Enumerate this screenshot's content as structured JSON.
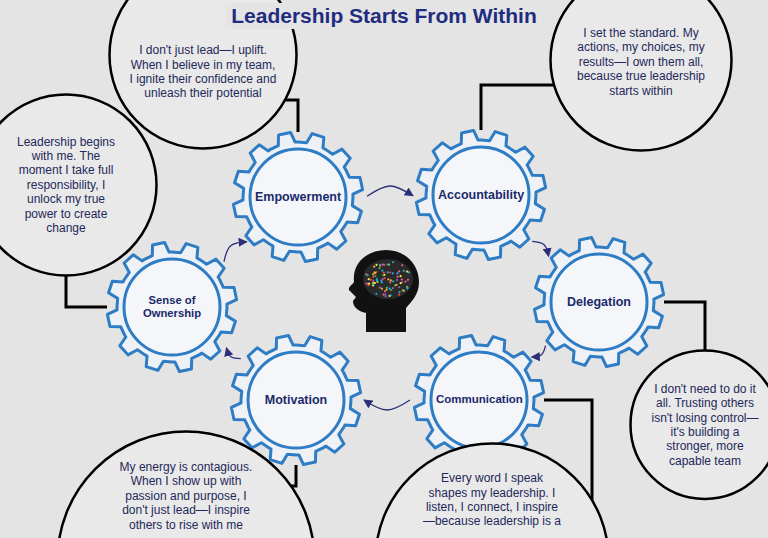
{
  "diagram": {
    "title": "Leadership Starts From Within",
    "nodes": [
      {
        "text": [
          "I don't just lead—I uplift. When I believe in my team, I ignite their confidence and unleash their potential"
        ]
      },
      {
        "text": [
          "I set the standard. My actions, my choices, my results—I own them all, because true leadership starts within"
        ]
      },
      {
        "text": [
          "Leadership begins with me. The moment I take full responsibility, I unlock my true power to create change"
        ]
      },
      {
        "text": [
          "Empowerment"
        ]
      },
      {
        "text": [
          "Accountability"
        ]
      },
      {
        "text": [
          "Sense of Ownership"
        ]
      },
      {
        "text": [
          "Delegation"
        ]
      },
      {
        "text": [
          "Motivation"
        ]
      },
      {
        "text": [
          "Communication"
        ]
      },
      {
        "text": [
          "I don't need to do it all. Trusting others isn't losing control—it's building a stronger, more capable team"
        ]
      },
      {
        "text": [
          "My energy is contagious. When I show up with passion and purpose, I don't just lead—I inspire others to rise with me"
        ]
      },
      {
        "text": [
          "Every word I speak shapes my leadership. I listen, I connect, I inspire —because leadership is a"
        ]
      }
    ],
    "edges": [
      {
        "from": 3,
        "to": 4,
        "arrow": "to"
      },
      {
        "from": 4,
        "to": 6,
        "arrow": "to"
      },
      {
        "from": 6,
        "to": 8,
        "arrow": "to"
      },
      {
        "from": 8,
        "to": 7,
        "arrow": "to"
      },
      {
        "from": 7,
        "to": 5,
        "arrow": "to"
      },
      {
        "from": 5,
        "to": 3,
        "arrow": "to"
      },
      {
        "from": 0,
        "to": 3,
        "arrow": "none"
      },
      {
        "from": 1,
        "to": 4,
        "arrow": "none"
      },
      {
        "from": 2,
        "to": 5,
        "arrow": "none"
      },
      {
        "from": 6,
        "to": 9,
        "arrow": "none"
      },
      {
        "from": 7,
        "to": 10,
        "arrow": "none"
      },
      {
        "from": 8,
        "to": 11,
        "arrow": "none"
      }
    ]
  }
}
